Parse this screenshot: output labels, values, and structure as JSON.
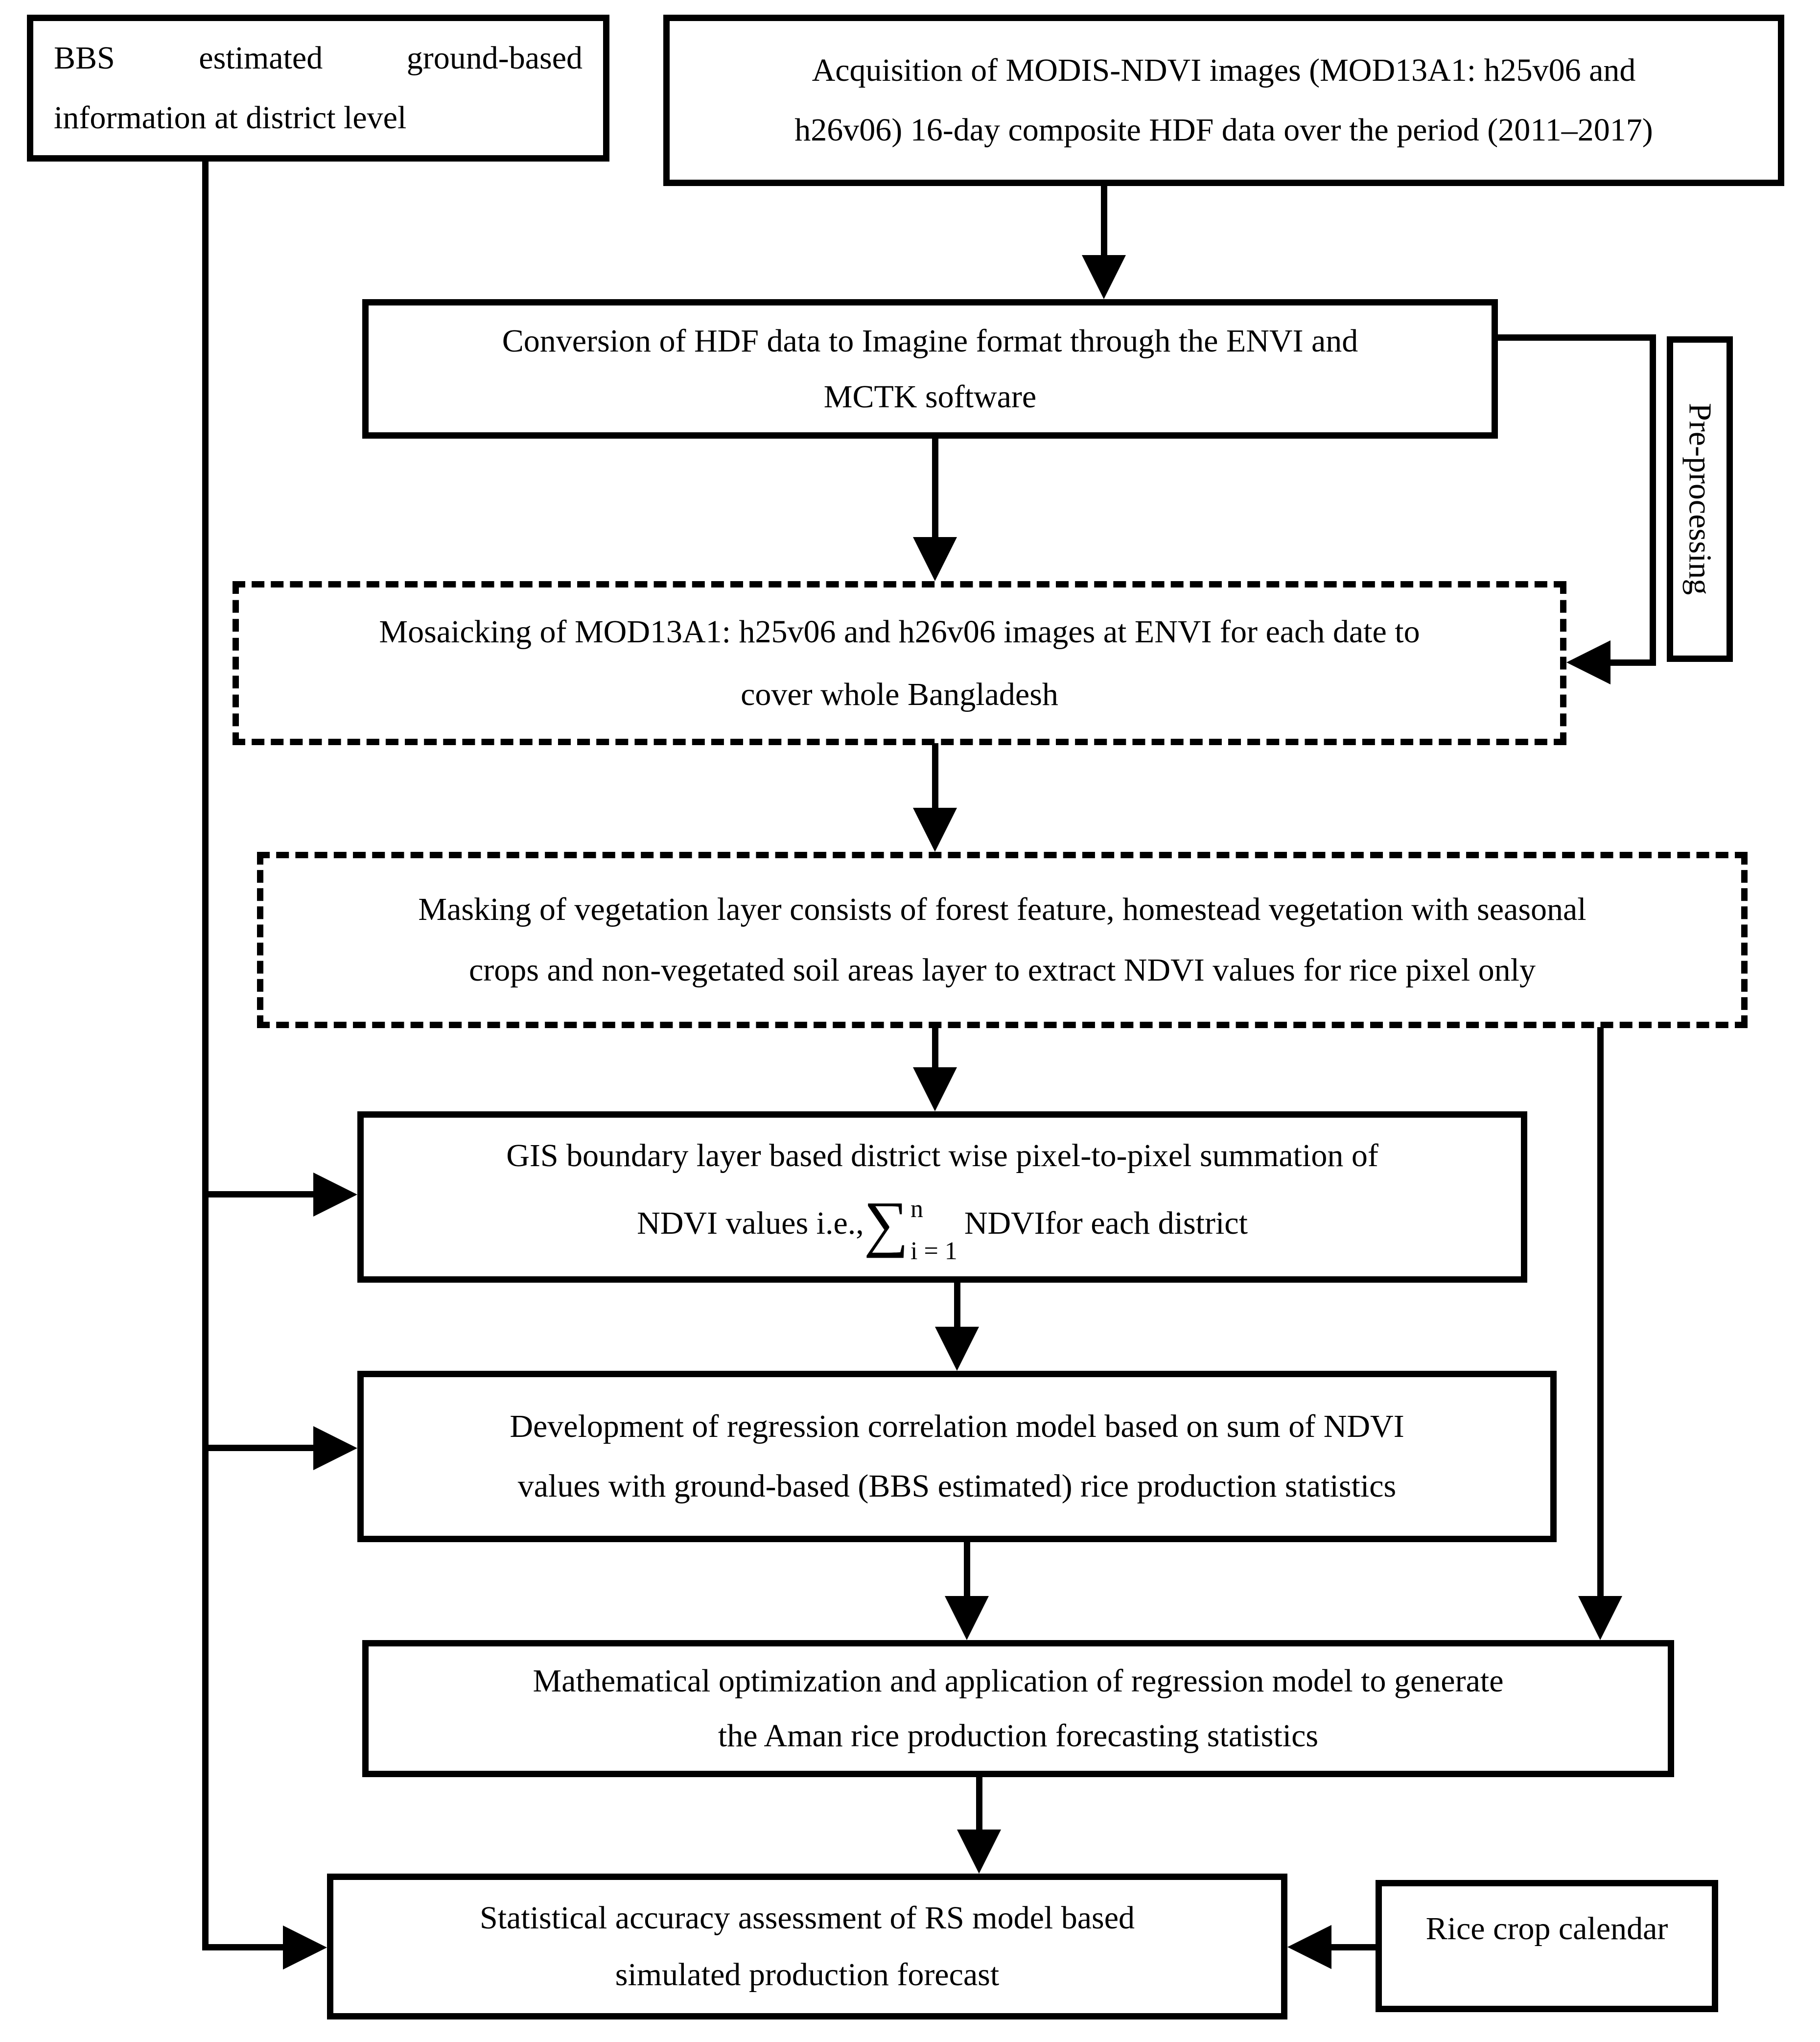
{
  "diagram": {
    "title": "Aman rice production forecasting methodology flowchart",
    "colors": {
      "line": "#000000",
      "background": "#ffffff",
      "text": "#000000"
    },
    "boxes": {
      "bbs": {
        "line1": "BBS estimated ground-based",
        "line2": "information at district level"
      },
      "acquisition": {
        "line1": "Acquisition of MODIS-NDVI images (MOD13A1: h25v06 and",
        "line2": "h26v06) 16-day composite HDF data over the period (2011–2017)"
      },
      "conversion": {
        "line1": "Conversion of HDF data to Imagine format through the ENVI and",
        "line2": "MCTK software"
      },
      "preprocessing_label": "Pre-processing",
      "mosaicking": {
        "line1": "Mosaicking of MOD13A1: h25v06 and h26v06 images at ENVI for each date to",
        "line2": "cover whole Bangladesh"
      },
      "masking": {
        "line1": "Masking of vegetation layer consists of forest feature, homestead vegetation with seasonal",
        "line2": "crops and non-vegetated soil areas layer to extract NDVI values for rice pixel only"
      },
      "gis": {
        "line1": "GIS boundary layer based district wise pixel-to-pixel summation of",
        "formula_prefix": "NDVI values i.e., ",
        "sigma": "∑",
        "sigma_sup": "n",
        "sigma_sub": "i = 1",
        "formula_mid": "NDVI",
        "formula_suffix": " for each district"
      },
      "regression": {
        "line1": "Development of regression correlation model based on sum of NDVI",
        "line2": "values with ground-based (BBS estimated) rice production statistics"
      },
      "optimization": {
        "line1": "Mathematical optimization and application of regression model to generate",
        "line2": "the Aman rice production forecasting statistics"
      },
      "assessment": {
        "line1": "Statistical accuracy assessment of RS model based",
        "line2": "simulated production forecast"
      },
      "rice_calendar": {
        "line1": "Rice crop calendar"
      }
    }
  }
}
